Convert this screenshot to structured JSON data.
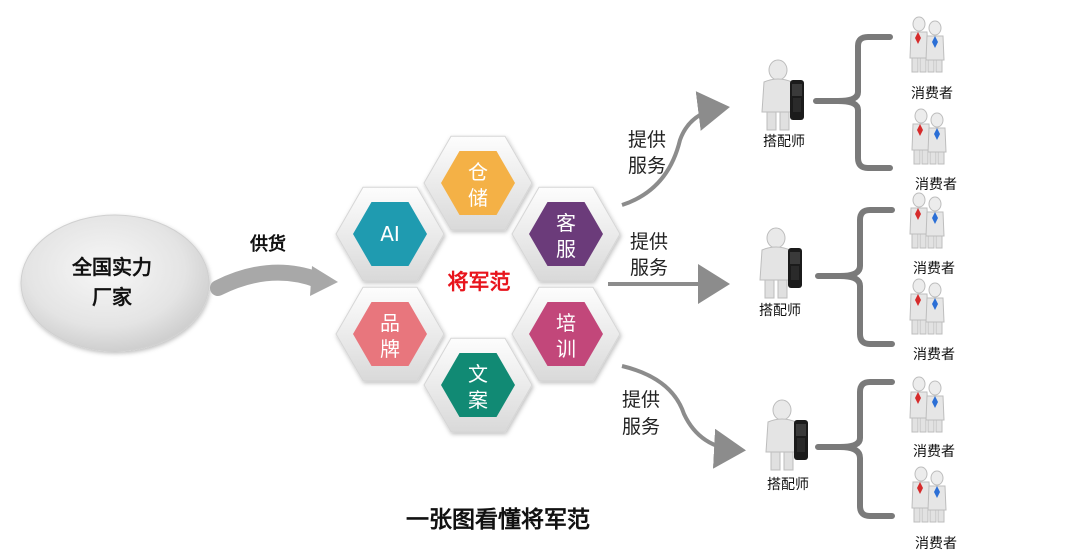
{
  "manufacturer": {
    "label_line1": "全国实力",
    "label_line2": "厂家"
  },
  "supply_label": "供货",
  "center_label": "将军范",
  "hexagons": [
    {
      "id": "ai",
      "line1": "AI",
      "line2": "",
      "color": "#1f9bb0"
    },
    {
      "id": "cang",
      "line1": "仓",
      "line2": "储",
      "color": "#f4b146"
    },
    {
      "id": "ke",
      "line1": "客",
      "line2": "服",
      "color": "#6b3b7a"
    },
    {
      "id": "pin",
      "line1": "品",
      "line2": "牌",
      "color": "#e8767d"
    },
    {
      "id": "pei",
      "line1": "培",
      "line2": "训",
      "color": "#c2477a"
    },
    {
      "id": "wen",
      "line1": "文",
      "line2": "案",
      "color": "#118a74"
    }
  ],
  "service_labels": [
    {
      "line1": "提供",
      "line2": "服务"
    },
    {
      "line1": "提供",
      "line2": "服务"
    },
    {
      "line1": "提供",
      "line2": "服务"
    }
  ],
  "matchers": [
    "搭配师",
    "搭配师",
    "搭配师"
  ],
  "consumers": [
    "消费者",
    "消费者",
    "消费者",
    "消费者",
    "消费者",
    "消费者"
  ],
  "caption": "一张图看懂将军范",
  "colors": {
    "arrow": "#8c8c8c",
    "bracket": "#7a7a7a",
    "center_text": "#e8141c"
  }
}
